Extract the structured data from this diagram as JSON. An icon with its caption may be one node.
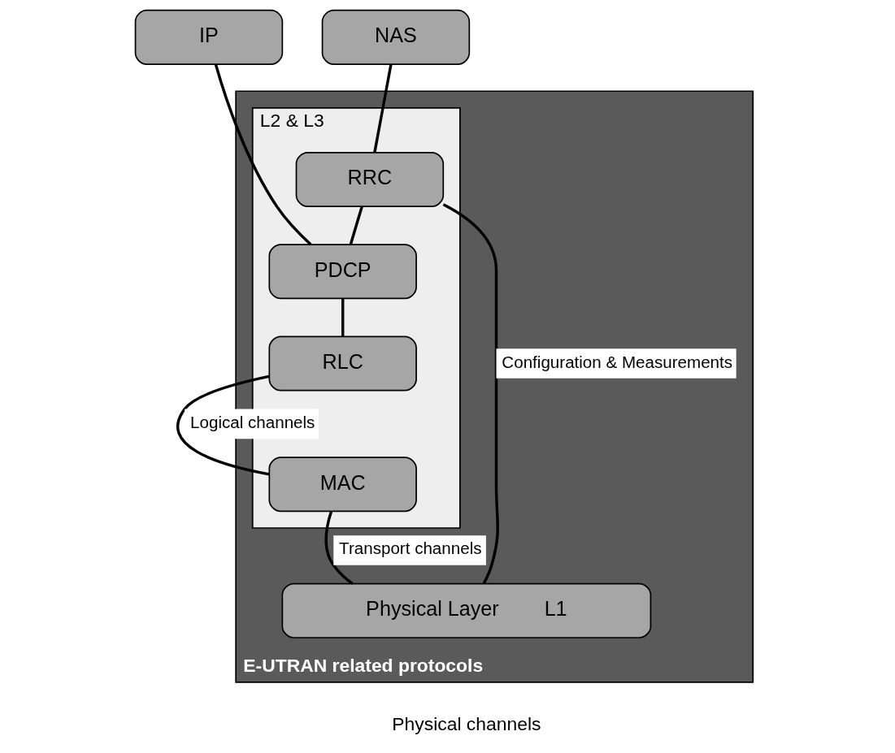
{
  "diagram": {
    "nodes": [
      {
        "text": [
          "E-UTRAN related protocols"
        ]
      },
      {
        "text": [
          "L2 & L3"
        ],
        "in": 0
      },
      {
        "text": [
          "NAS"
        ]
      },
      {
        "text": [
          "IP"
        ]
      },
      {
        "text": [
          "RRC"
        ],
        "in": 1
      },
      {
        "text": [
          "PDCP"
        ],
        "in": 1
      },
      {
        "text": [
          "RLC"
        ],
        "in": 1
      },
      {
        "text": [
          "MAC"
        ],
        "in": 1
      },
      {
        "text": [
          "Physical Layer",
          "L1"
        ],
        "in": 0
      }
    ],
    "edges": [
      {
        "from": 2,
        "to": 4,
        "arrow": "none"
      },
      {
        "from": 3,
        "to": 5,
        "arrow": "none"
      },
      {
        "from": 4,
        "to": 5,
        "arrow": "none"
      },
      {
        "from": 4,
        "to": 8,
        "arrow": "none",
        "label": "Configuration & Measurements"
      },
      {
        "from": 5,
        "to": 6,
        "arrow": "none"
      },
      {
        "from": 6,
        "to": 7,
        "arrow": "none",
        "label": "Logical channels"
      },
      {
        "from": 7,
        "to": 8,
        "arrow": "none",
        "label": "Transport channels"
      }
    ],
    "labels": [
      "Physical channels"
    ]
  }
}
